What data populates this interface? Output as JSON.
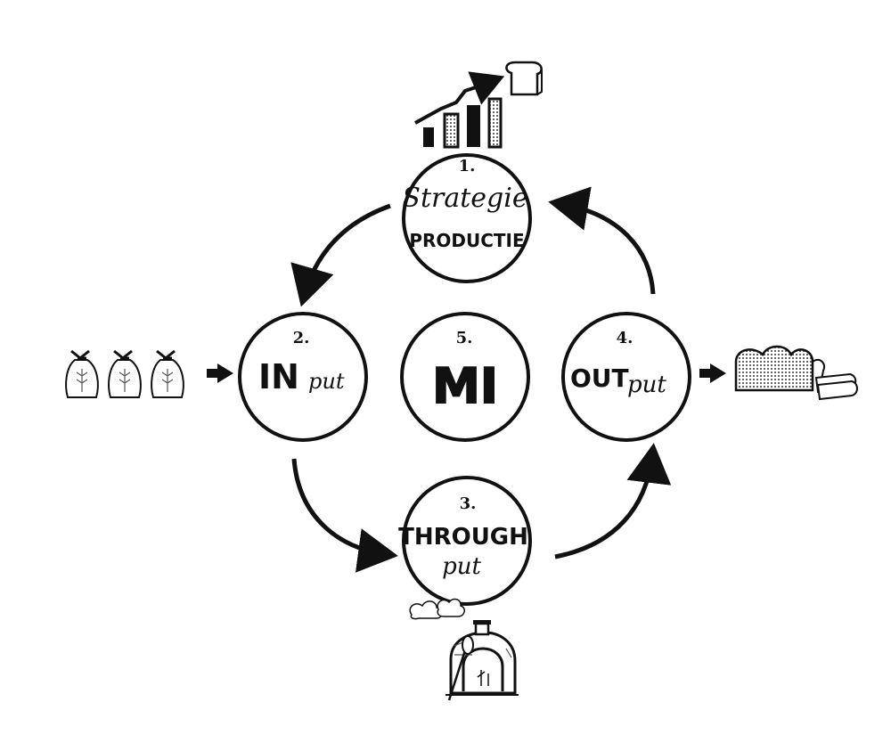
{
  "nodes": {
    "strategie": {
      "number": "1.",
      "line1": "Strategie",
      "line2": "PRODUCTIE"
    },
    "input": {
      "number": "2.",
      "bold": "IN",
      "script": "put"
    },
    "throughput": {
      "number": "3.",
      "line1": "THROUGH",
      "line2": "put"
    },
    "output": {
      "number": "4.",
      "bold": "OUT",
      "script": "put"
    },
    "mi": {
      "number": "5.",
      "label": "MI"
    }
  },
  "icons": {
    "top": [
      "bar-chart-icon",
      "trend-arrow-icon",
      "bread-slice-icon"
    ],
    "left": [
      "grain-sack-icon",
      "grain-sack-icon",
      "grain-sack-icon"
    ],
    "right": [
      "bread-loaf-icon"
    ],
    "bottom": [
      "oven-icon",
      "smoke-icon"
    ]
  },
  "colors": {
    "ink": "#111111",
    "background": "#ffffff"
  }
}
